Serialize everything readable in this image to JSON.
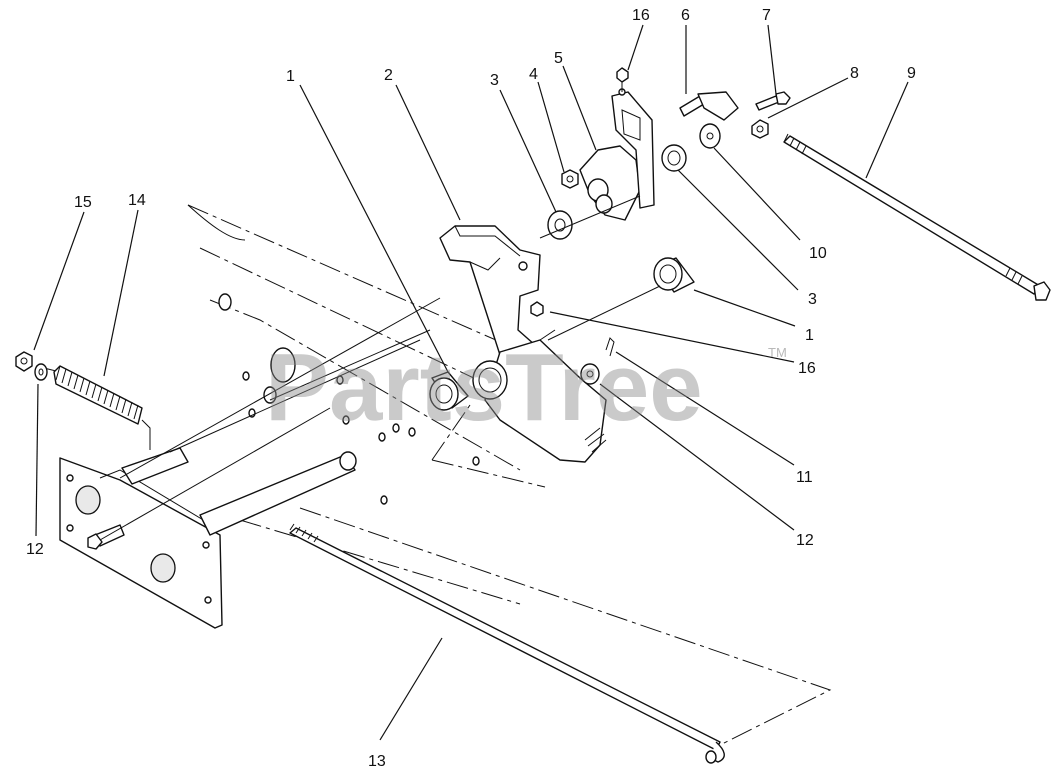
{
  "watermark": {
    "text": "PartsTree",
    "trademark": "TM"
  },
  "callouts": [
    "1",
    "2",
    "3",
    "4",
    "5",
    "16",
    "6",
    "7",
    "8",
    "9",
    "10",
    "3",
    "1",
    "16",
    "11",
    "12",
    "13",
    "12",
    "15",
    "14"
  ]
}
